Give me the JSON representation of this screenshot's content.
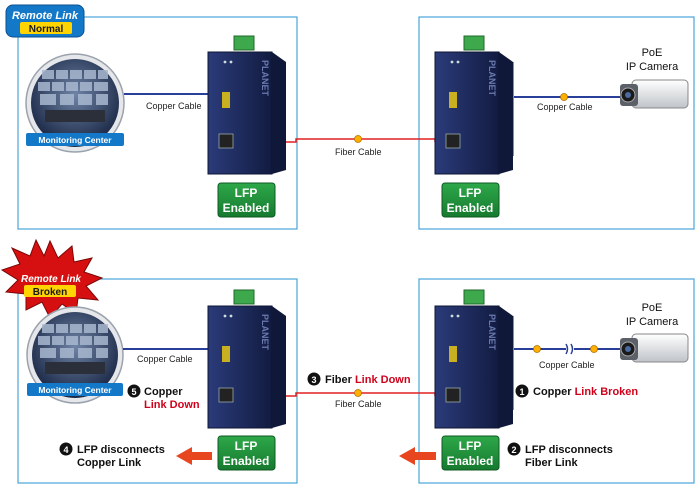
{
  "colors": {
    "panel_border": "#4aa3d9",
    "device_body": "#1f2d63",
    "fiber": "#e02020",
    "copper": "#2a3f9a",
    "lfp_badge": "#1e8f3a",
    "status_red": "#d0021b",
    "arrow": "#e8461e",
    "badge_blue": "#1478c8",
    "burst_red": "#d61010",
    "burst_yellow": "#ffd400",
    "status_text_yellow": "#ffd400"
  },
  "top": {
    "badge": {
      "line1": "Remote Link",
      "line2": "Normal"
    },
    "monitoring_label": "Monitoring Center",
    "copper_left": "Copper Cable",
    "fiber": "Fiber Cable",
    "copper_right": "Copper Cable",
    "camera": {
      "line1": "PoE",
      "line2": "IP Camera"
    },
    "lfp_left": {
      "line1": "LFP",
      "line2": "Enabled"
    },
    "lfp_right": {
      "line1": "LFP",
      "line2": "Enabled"
    }
  },
  "bottom": {
    "badge": {
      "line1": "Remote Link",
      "line2": "Broken"
    },
    "monitoring_label": "Monitoring Center",
    "copper_left": "Copper Cable",
    "fiber": "Fiber Cable",
    "copper_right": "Copper Cable",
    "camera": {
      "line1": "PoE",
      "line2": "IP Camera"
    },
    "lfp_left": {
      "line1": "LFP",
      "line2": "Enabled"
    },
    "lfp_right": {
      "line1": "LFP",
      "line2": "Enabled"
    },
    "step1": {
      "num": "1",
      "text_black": "Copper ",
      "text_red": "Link Broken"
    },
    "step2": {
      "num": "2",
      "line1": "LFP disconnects",
      "line2": "Fiber Link"
    },
    "step3": {
      "num": "3",
      "text_black": "Fiber ",
      "text_red": "Link Down"
    },
    "step4": {
      "num": "4",
      "line1": "LFP disconnects",
      "line2": "Copper Link"
    },
    "step5": {
      "num": "5",
      "line1": "Copper",
      "line2_red": "Link Down"
    }
  },
  "device_brand": "PLANET"
}
